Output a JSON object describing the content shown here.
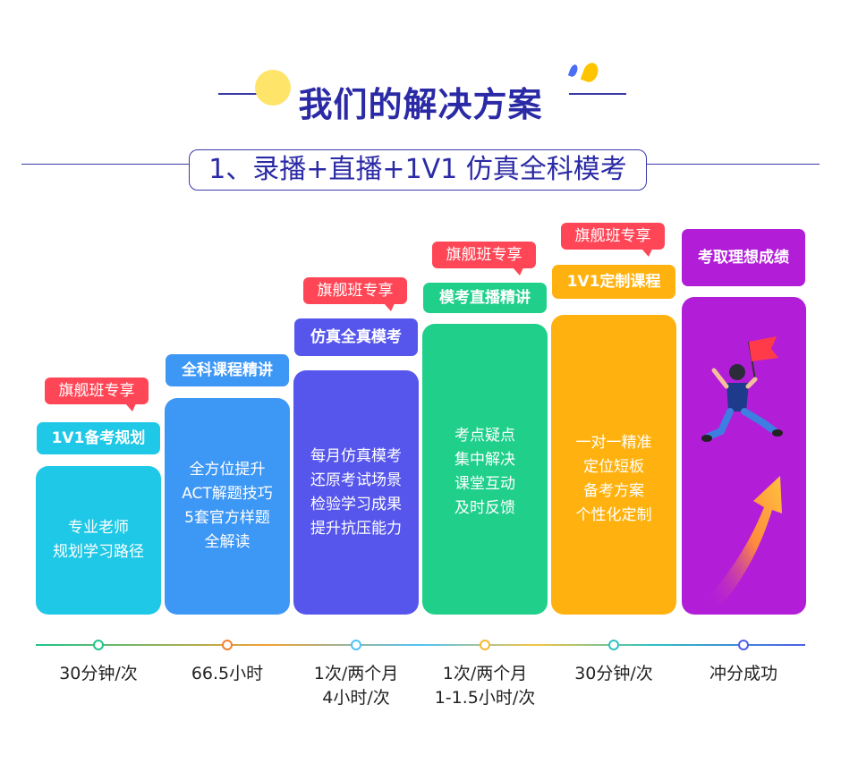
{
  "header": {
    "title": "我们的解决方案",
    "subtitle": "1、录播+直播+1V1 仿真全科模考"
  },
  "tag_text": "旗舰班专享",
  "columns": [
    {
      "title": "1V1备考规划",
      "lines": [
        "专业老师",
        "规划学习路径"
      ],
      "time": [
        "30分钟/次"
      ],
      "color": "#1ec8e6",
      "has_tag": true
    },
    {
      "title": "全科课程精讲",
      "lines": [
        "全方位提升",
        "ACT解题技巧",
        "5套官方样题",
        "全解读"
      ],
      "time": [
        "66.5小时"
      ],
      "color": "#3d97f5",
      "has_tag": false
    },
    {
      "title": "仿真全真模考",
      "lines": [
        "每月仿真模考",
        "还原考试场景",
        "检验学习成果",
        "提升抗压能力"
      ],
      "time": [
        "1次/两个月",
        "4小时/次"
      ],
      "color": "#5656ec",
      "has_tag": true
    },
    {
      "title": "模考直播精讲",
      "lines": [
        "考点疑点",
        "集中解决",
        "课堂互动",
        "及时反馈"
      ],
      "time": [
        "1次/两个月",
        "1-1.5小时/次"
      ],
      "color": "#1fcf8a",
      "has_tag": true
    },
    {
      "title": "1V1定制课程",
      "lines": [
        "一对一精准",
        "定位短板",
        "备考方案",
        "个性化定制"
      ],
      "time": [
        "30分钟/次"
      ],
      "color": "#ffb20f",
      "has_tag": true
    },
    {
      "title": "考取理想成绩",
      "lines": [],
      "time": [
        "冲分成功"
      ],
      "color": "#b21ed8",
      "has_tag": false
    }
  ],
  "timeline_dot_colors": [
    "#20c48a",
    "#f1812f",
    "#4fc3f7",
    "#f5b731",
    "#2ec2c2",
    "#4e5ee8"
  ]
}
